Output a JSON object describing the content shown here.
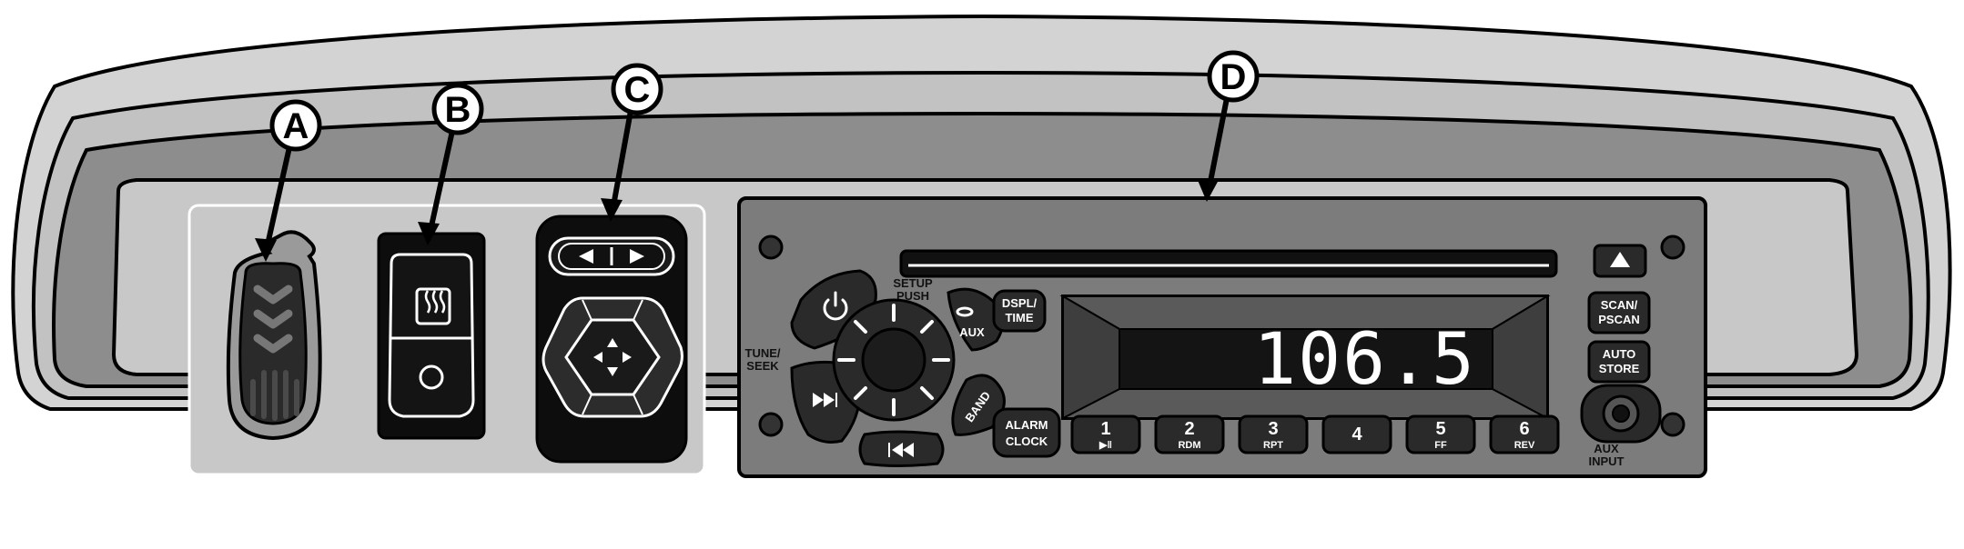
{
  "callouts": {
    "a": "A",
    "b": "B",
    "c": "C",
    "d": "D"
  },
  "radio": {
    "display": "106.5",
    "setup_push_line1": "SETUP",
    "setup_push_line2": "PUSH",
    "tune_seek_line1": "TUNE/",
    "tune_seek_line2": "SEEK",
    "aux_button": "AUX",
    "band_button": "BAND",
    "dspl_line1": "DSPL/",
    "dspl_line2": "TIME",
    "alarm_line1": "ALARM",
    "alarm_line2": "CLOCK",
    "scan_line1": "SCAN/",
    "scan_line2": "PSCAN",
    "auto_line1": "AUTO",
    "auto_line2": "STORE",
    "aux_input_line1": "AUX",
    "aux_input_line2": "INPUT",
    "presets": [
      {
        "num": "1",
        "sub": "▶‖"
      },
      {
        "num": "2",
        "sub": "RDM"
      },
      {
        "num": "3",
        "sub": "RPT"
      },
      {
        "num": "4",
        "sub": ""
      },
      {
        "num": "5",
        "sub": "FF"
      },
      {
        "num": "6",
        "sub": "REV"
      }
    ]
  },
  "colors": {
    "outer_shell": "#cfcfcf",
    "bezel": "#8a8a8a",
    "panel": "#c4c4c4",
    "radio_face": "#7a7a7a",
    "button_dark": "#2a2a2a",
    "switch_body": "#111111"
  }
}
